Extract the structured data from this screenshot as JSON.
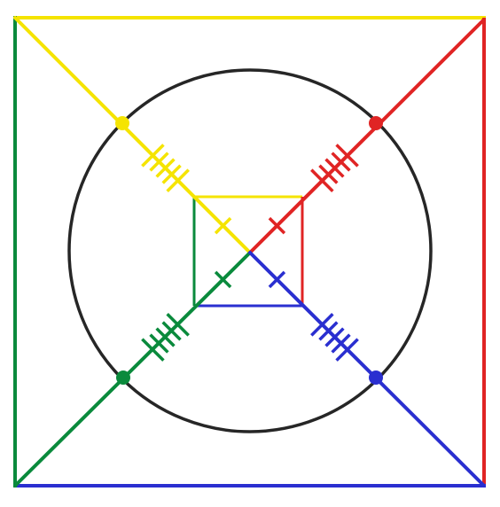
{
  "colors": {
    "background": "#ffffff",
    "yellow": "#f5e400",
    "red": "#e02424",
    "green": "#0a8a3c",
    "blue": "#2a2fd0",
    "circle": "#262626"
  },
  "diagram": {
    "elements": [
      "outer-square",
      "inscribed-circle",
      "inner-square",
      "four-diagonals-to-center",
      "four-dots-on-circle",
      "tick-mark-clusters"
    ]
  }
}
